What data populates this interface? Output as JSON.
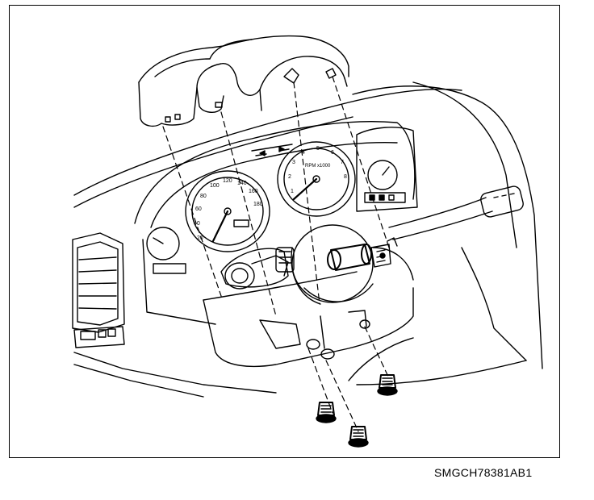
{
  "figure": {
    "code": "SMGCH78381AB1",
    "stroke_color": "#000000",
    "background": "#ffffff",
    "gauges": {
      "speedometer_ticks": [
        "20",
        "40",
        "60",
        "80",
        "100",
        "120",
        "140",
        "160",
        "180"
      ],
      "tachometer_label": "RPM x1000",
      "tachometer_ticks": [
        "1",
        "2",
        "3",
        "4",
        "5",
        "6",
        "7",
        "8"
      ]
    }
  }
}
